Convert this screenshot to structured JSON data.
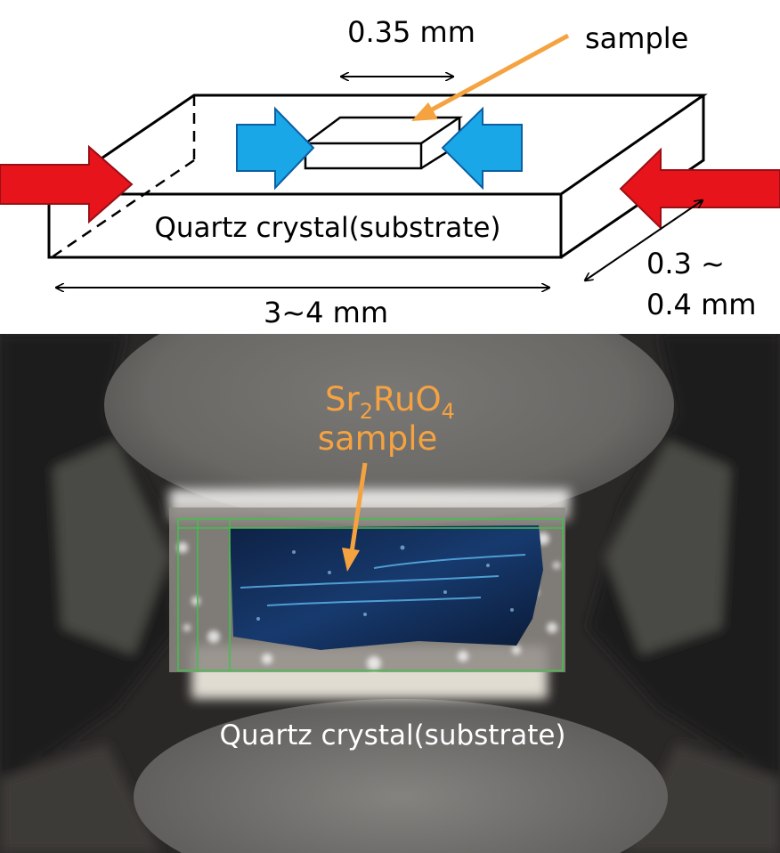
{
  "diagram": {
    "width_label": "0.35 mm",
    "sample_label": "sample",
    "substrate_label": "Quartz crystal(substrate)",
    "length_label": "3~4 mm",
    "thickness_label_line1": "0.3 ~",
    "thickness_label_line2": "0.4 mm",
    "colors": {
      "strain_arrow": "#e8141c",
      "compress_arrow": "#1aa7e8",
      "pointer_arrow": "#f5a241",
      "outline": "#000000"
    }
  },
  "photo": {
    "sample_formula_parts": [
      "Sr",
      "2",
      "RuO",
      "4"
    ],
    "sample_word": "sample",
    "substrate_label": "Quartz crystal(substrate)",
    "colors": {
      "annotation": "#f5a241",
      "label": "#ffffff",
      "sample_blue": "#14305e",
      "frame_green": "#44c04a"
    }
  }
}
